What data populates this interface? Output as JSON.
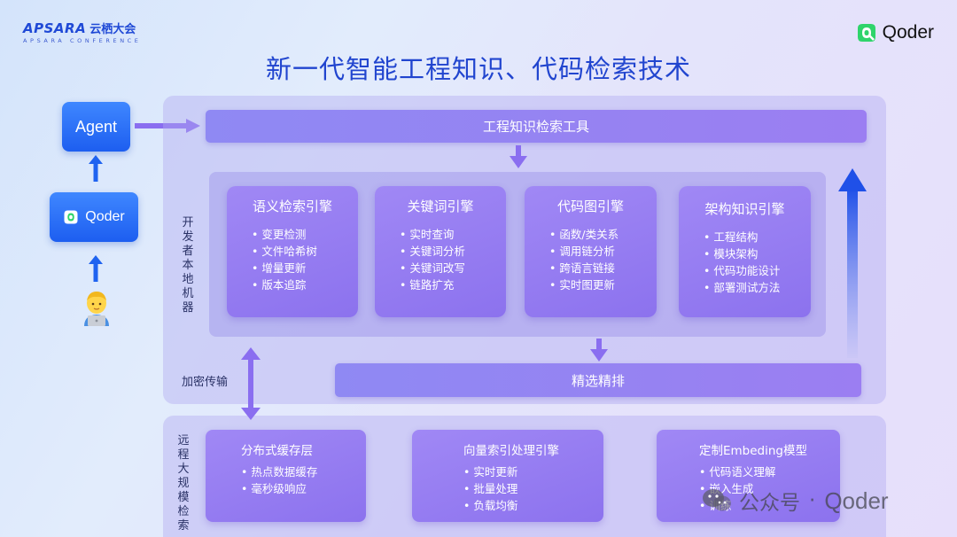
{
  "header": {
    "event_logo_word": "APSARA",
    "event_logo_cn": "云栖大会",
    "event_logo_sub": "APSARA CONFERENCE",
    "brand_name": "Qoder",
    "title": "新一代智能工程知识、代码检索技术"
  },
  "left_column": {
    "agent_label": "Agent",
    "qoder_label": "Qoder",
    "user_icon": "developer-with-laptop-emoji"
  },
  "local_machine": {
    "label": "开发者本地机器",
    "tool_bar": "工程知识检索工具",
    "engines": [
      {
        "title": "语义检索引擎",
        "items": [
          "变更检测",
          "文件哈希树",
          "增量更新",
          "版本追踪"
        ]
      },
      {
        "title": "关键词引擎",
        "items": [
          "实时查询",
          "关键词分析",
          "关键词改写",
          "链路扩充"
        ]
      },
      {
        "title": "代码图引擎",
        "items": [
          "函数/类关系",
          "调用链分析",
          "跨语言链接",
          "实时图更新"
        ]
      },
      {
        "title": "架构知识引擎",
        "items": [
          "工程结构",
          "模块架构",
          "代码功能设计",
          "部署测试方法"
        ]
      }
    ],
    "rank_bar": "精选精排",
    "encrypt_label": "加密传输"
  },
  "remote": {
    "label": "远程大规模检索",
    "cards": [
      {
        "title": "分布式缓存层",
        "items": [
          "热点数据缓存",
          "毫秒级响应"
        ]
      },
      {
        "title": "向量索引处理引擎",
        "items": [
          "实时更新",
          "批量处理",
          "负载均衡"
        ]
      },
      {
        "title": "定制Embeding模型",
        "items": [
          "代码语义理解",
          "嵌入生成",
          "训练"
        ]
      }
    ]
  },
  "watermark": {
    "account": "公众号",
    "separator": "·",
    "brand": "Qoder"
  },
  "colors": {
    "title_blue": "#2145cf",
    "button_blue": "#1d5ef0",
    "card_purple": "#9a82f3",
    "arrow_purple": "#8a6ef0"
  }
}
